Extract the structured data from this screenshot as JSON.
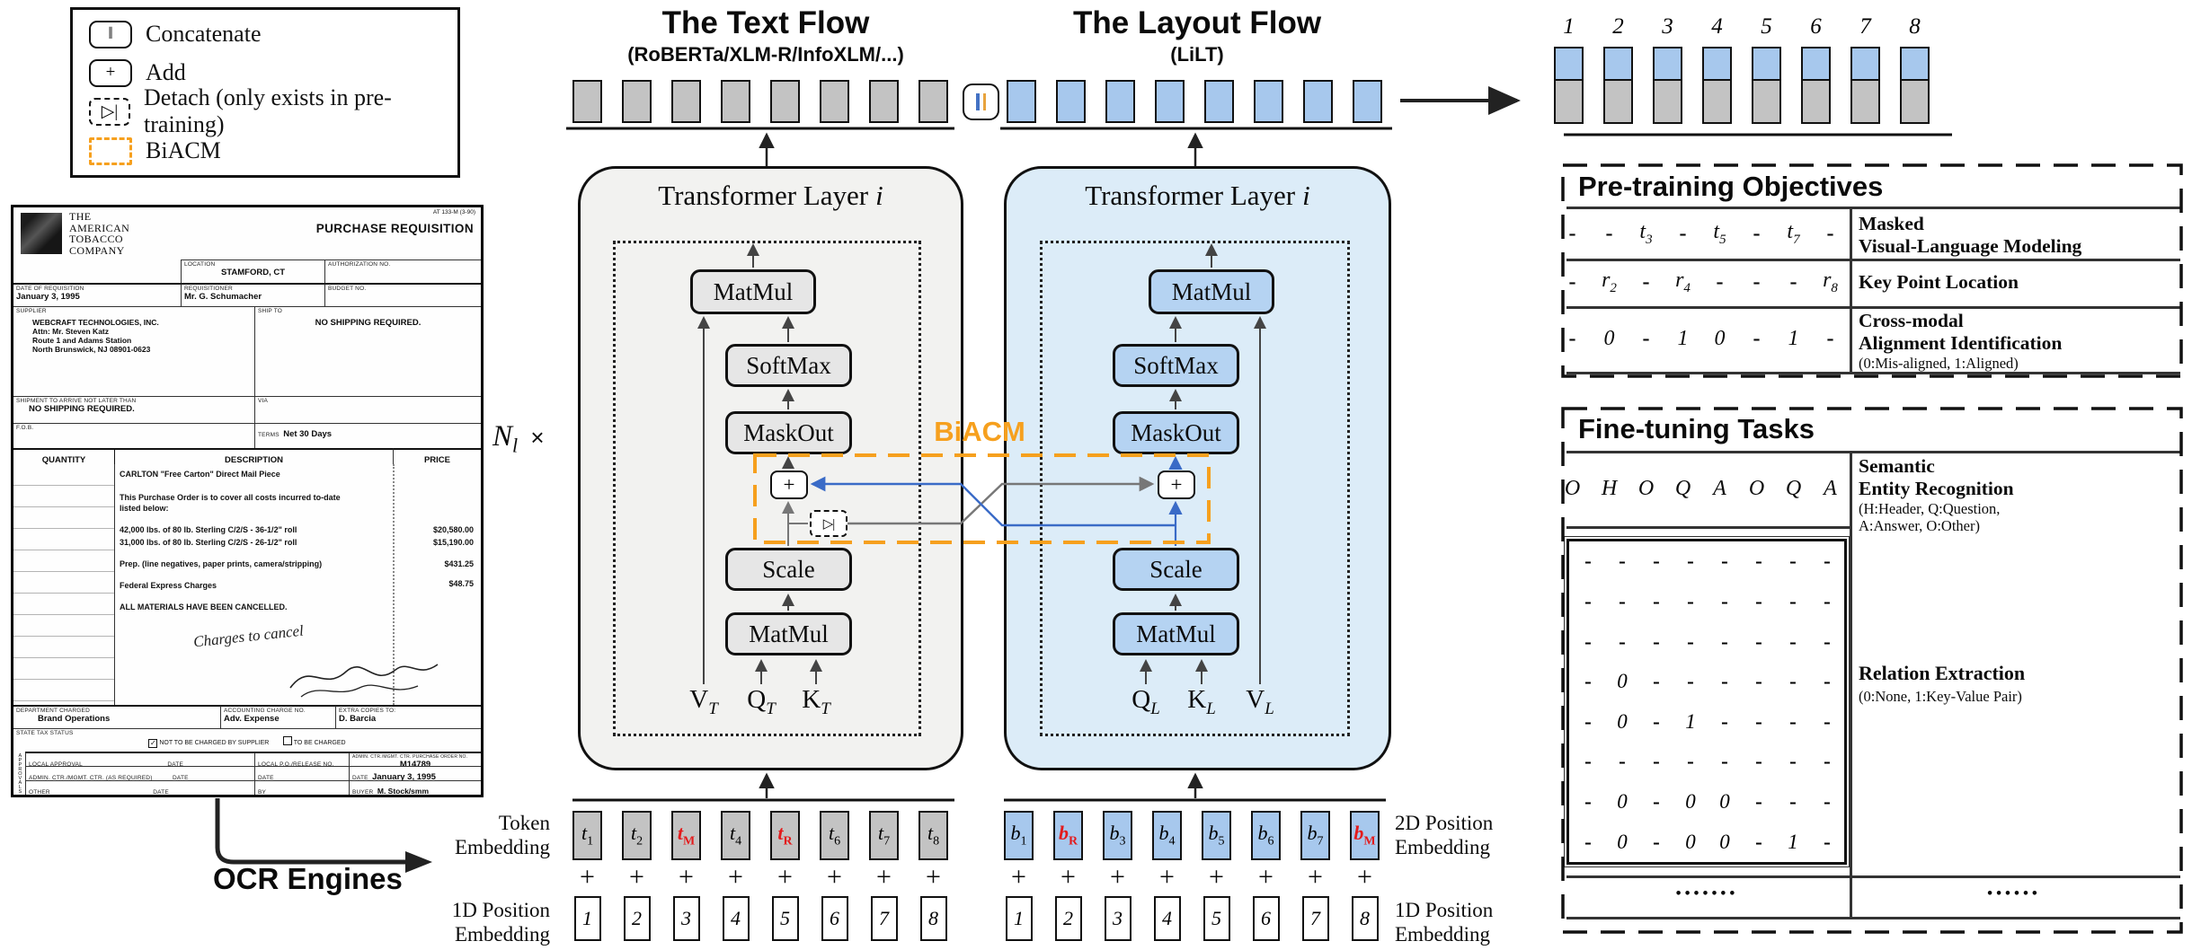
{
  "colors": {
    "biacm_orange": "#F6A01E",
    "masked_red": "#E31B1C",
    "layout_blue": "#A7C8ED",
    "text_gray": "#C3C3C3",
    "blue_line": "#3A6BC7"
  },
  "legend": {
    "items": [
      {
        "icon": "concat-icon",
        "label": "Concatenate"
      },
      {
        "icon": "add-icon",
        "label": "Add"
      },
      {
        "icon": "detach-icon",
        "label": "Detach (only exists in pre-training)"
      },
      {
        "icon": "biacm-icon",
        "label": "BiACM"
      }
    ],
    "concat_symbol": "‖",
    "add_symbol": "+",
    "detach_symbol": "▷|"
  },
  "document": {
    "company": [
      "THE",
      "AMERICAN",
      "TOBACCO",
      "COMPANY"
    ],
    "form_code": "AT 133-M (3-90)",
    "title": "PURCHASE REQUISITION",
    "fields": {
      "location_label": "LOCATION",
      "location": "STAMFORD, CT",
      "auth_label": "AUTHORIZATION NO.",
      "date_label": "DATE OF REQUISITION",
      "date": "January 3, 1995",
      "req_label": "REQUISITIONER",
      "requisitioner": "Mr. G. Schumacher",
      "budget_label": "BUDGET NO.",
      "supplier_label": "SUPPLIER",
      "supplier1": "WEBCRAFT TECHNOLOGIES, INC.",
      "supplier2": "Attn: Mr. Steven Katz",
      "supplier3": "Route 1 and Adams Station",
      "supplier4": "North Brunswick, NJ 08901-0623",
      "shipto_label": "SHIP TO",
      "shipto": "NO SHIPPING REQUIRED.",
      "arrive_label": "SHIPMENT TO ARRIVE NOT LATER THAN",
      "arrive": "NO SHIPPING REQUIRED.",
      "via_label": "VIA",
      "fob_label": "F.O.B.",
      "terms_label": "TERMS",
      "terms": "Net 30 Days"
    },
    "table": {
      "qty_header": "QUANTITY",
      "desc_header": "DESCRIPTION",
      "price_header": "PRICE",
      "line1": "CARLTON \"Free Carton\" Direct Mail Piece",
      "line2a": "This Purchase Order is to cover all costs incurred to-date",
      "line2b": "listed below:",
      "line3": "42,000 lbs. of 80 lb. Sterling C/2/S - 36-1/2\" roll",
      "price3": "$20,580.00",
      "line4": "31,000 lbs. of 80 lb. Sterling C/2/S - 26-1/2\" roll",
      "price4": "$15,190.00",
      "line5": "Prep. (line negatives, paper prints, camera/stripping)",
      "price5": "$431.25",
      "line6": "Federal Express Charges",
      "price6": "$48.75",
      "line7": "ALL MATERIALS HAVE BEEN CANCELLED.",
      "handwritten": "Charges to cancel"
    },
    "footer": {
      "dept_label": "DEPARTMENT CHARGED",
      "dept": "Brand Operations",
      "acct_label": "ACCOUNTING CHARGE NO.",
      "acct": "Adv. Expense",
      "copies_label": "EXTRA COPIES TO:",
      "copies": "D. Barcia",
      "tax_label": "STATE TAX STATUS",
      "tax_opt1": "NOT TO BE CHARGED BY SUPPLIER",
      "tax_opt2": "TO BE CHARGED",
      "check_mark": "✓",
      "approvals": "APPROVALS",
      "local_label": "LOCAL APPROVAL",
      "date_word": "DATE",
      "po_label": "LOCAL P.O./RELEASE NO.",
      "order_label": "ADMIN. CTR./MGMT. CTR. PURCHASE ORDER NO.",
      "order_no": "M14789",
      "admin_label": "ADMIN. CTR./MGMT. CTR. (AS REQUIRED)",
      "order_date": "January 3, 1995",
      "other_label": "OTHER",
      "by_label": "BY",
      "buyer_label": "BUYER",
      "buyer": "M. Stock/smm"
    }
  },
  "ocr": {
    "label": "OCR Engines"
  },
  "text_flow": {
    "title": "The Text Flow",
    "subtitle": "(RoBERTa/XLM-R/InfoXLM/...)",
    "layer_title": "Transformer Layer",
    "layer_var": "i",
    "blocks": {
      "matmul_top": "MatMul",
      "softmax": "SoftMax",
      "maskout": "MaskOut",
      "add": "+",
      "detach": "▷|",
      "scale": "Scale",
      "matmul_bottom": "MatMul"
    },
    "inputs": {
      "v": {
        "b": "V",
        "s": "T"
      },
      "q": {
        "b": "Q",
        "s": "T"
      },
      "k": {
        "b": "K",
        "s": "T"
      }
    }
  },
  "layout_flow": {
    "title": "The Layout Flow",
    "subtitle": "(LiLT)",
    "layer_title": "Transformer Layer",
    "layer_var": "i",
    "blocks": {
      "matmul_top": "MatMul",
      "softmax": "SoftMax",
      "maskout": "MaskOut",
      "add": "+",
      "scale": "Scale",
      "matmul_bottom": "MatMul"
    },
    "inputs": {
      "q": {
        "b": "Q",
        "s": "L"
      },
      "k": {
        "b": "K",
        "s": "L"
      },
      "v": {
        "b": "V",
        "s": "L"
      }
    }
  },
  "multiplier": {
    "n": "N",
    "sub": "l",
    "times": "×"
  },
  "biacm": {
    "label": "BiACM"
  },
  "embeddings": {
    "token_label_1": "Token",
    "token_label_2": "Embedding",
    "pos1d_label_1": "1D Position",
    "pos1d_label_2": "Embedding",
    "pos2d_label_1": "2D Position",
    "pos2d_label_2": "Embedding",
    "plus": "+",
    "tokens": [
      {
        "b": "t",
        "s": "1",
        "red": false
      },
      {
        "b": "t",
        "s": "2",
        "red": false
      },
      {
        "b": "t",
        "s": "M",
        "red": true
      },
      {
        "b": "t",
        "s": "4",
        "red": false
      },
      {
        "b": "t",
        "s": "R",
        "red": true
      },
      {
        "b": "t",
        "s": "6",
        "red": false
      },
      {
        "b": "t",
        "s": "7",
        "red": false
      },
      {
        "b": "t",
        "s": "8",
        "red": false
      }
    ],
    "boxes": [
      {
        "b": "b",
        "s": "1",
        "red": false
      },
      {
        "b": "b",
        "s": "R",
        "red": true
      },
      {
        "b": "b",
        "s": "3",
        "red": false
      },
      {
        "b": "b",
        "s": "4",
        "red": false
      },
      {
        "b": "b",
        "s": "5",
        "red": false
      },
      {
        "b": "b",
        "s": "6",
        "red": false
      },
      {
        "b": "b",
        "s": "7",
        "red": false
      },
      {
        "b": "b",
        "s": "M",
        "red": true
      }
    ],
    "positions": [
      "1",
      "2",
      "3",
      "4",
      "5",
      "6",
      "7",
      "8"
    ]
  },
  "output": {
    "indices": [
      "1",
      "2",
      "3",
      "4",
      "5",
      "6",
      "7",
      "8"
    ]
  },
  "pretraining": {
    "title": "Pre-training Objectives",
    "rows": [
      {
        "cells": [
          "-",
          "-",
          {
            "b": "t",
            "s": "3"
          },
          "-",
          {
            "b": "t",
            "s": "5"
          },
          "-",
          {
            "b": "t",
            "s": "7"
          },
          "-"
        ],
        "label_lines": [
          "Masked",
          "Visual-Language Modeling"
        ],
        "note": ""
      },
      {
        "cells": [
          "-",
          {
            "b": "r",
            "s": "2"
          },
          "-",
          {
            "b": "r",
            "s": "4"
          },
          "-",
          "-",
          "-",
          {
            "b": "r",
            "s": "8"
          }
        ],
        "label_lines": [
          "Key Point Location"
        ],
        "note": ""
      },
      {
        "cells": [
          "-",
          "0",
          "-",
          "1",
          "0",
          "-",
          "1",
          "-"
        ],
        "label_lines": [
          "Cross-modal",
          "Alignment Identification"
        ],
        "note": "(0:Mis-aligned, 1:Aligned)"
      }
    ]
  },
  "finetuning": {
    "title": "Fine-tuning Tasks",
    "ser_cells": [
      "O",
      "H",
      "O",
      "Q",
      "A",
      "O",
      "Q",
      "A"
    ],
    "ser_label_lines": [
      "Semantic",
      "Entity Recognition"
    ],
    "ser_note_lines": [
      "(H:Header, Q:Question,",
      "A:Answer, O:Other)"
    ],
    "matrix": [
      [
        "-",
        "-",
        "-",
        "-",
        "-",
        "-",
        "-",
        "-"
      ],
      [
        "-",
        "-",
        "-",
        "-",
        "-",
        "-",
        "-",
        "-"
      ],
      [
        "-",
        "-",
        "-",
        "-",
        "-",
        "-",
        "-",
        "-"
      ],
      [
        "-",
        "0",
        "-",
        "-",
        "-",
        "-",
        "-",
        "-"
      ],
      [
        "-",
        "0",
        "-",
        "1",
        "-",
        "-",
        "-",
        "-"
      ],
      [
        "-",
        "-",
        "-",
        "-",
        "-",
        "-",
        "-",
        "-"
      ],
      [
        "-",
        "0",
        "-",
        "0",
        "0",
        "-",
        "-",
        "-"
      ],
      [
        "-",
        "0",
        "-",
        "0",
        "0",
        "-",
        "1",
        "-"
      ]
    ],
    "re_label": "Relation Extraction",
    "re_note": "(0:None, 1:Key-Value Pair)",
    "dots_left": "•••••••",
    "dots_right": "••••••"
  }
}
